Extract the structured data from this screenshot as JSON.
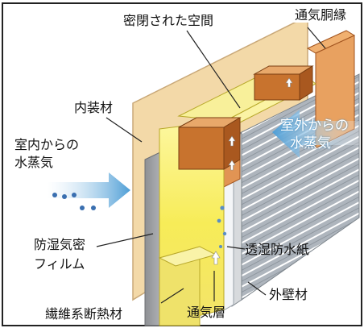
{
  "labels": {
    "sealed_space": "密閉された空間",
    "vent_furring": "通気胴縁",
    "interior_finish": "内装材",
    "indoor_vapor": [
      "室内からの",
      "水蒸気"
    ],
    "outdoor_vapor": [
      "室外からの",
      "水蒸気"
    ],
    "vapor_barrier_film": [
      "防湿気密",
      "フィルム"
    ],
    "breathable_paper": "透湿防水紙",
    "exterior_wall": "外壁材",
    "fiber_insulation": "繊維系断熱材",
    "vent_layer": "通気層"
  },
  "colors": {
    "interior_panel": "#f3d9a8",
    "furring": "#c86c2c",
    "insulation": "#f7ee6a",
    "film": "#9ea0a4",
    "siding": "#a8b0b8",
    "arrow_blue": "#5aa6d8"
  }
}
